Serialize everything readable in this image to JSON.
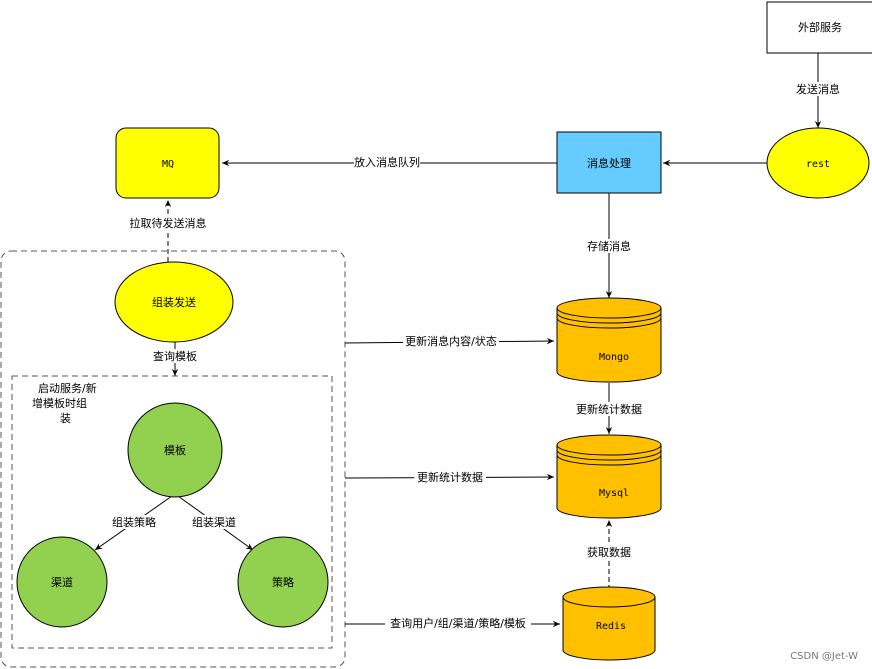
{
  "nodes": {
    "external_service": {
      "label": "外部服务",
      "color": "#ffffff"
    },
    "rest": {
      "label": "rest",
      "color": "#ffff00"
    },
    "msg_process": {
      "label": "消息处理",
      "color": "#66ccff"
    },
    "mq": {
      "label": "MQ",
      "color": "#ffff00"
    },
    "assemble_send": {
      "label": "组装发送",
      "color": "#ffff00"
    },
    "template": {
      "label": "模板",
      "color": "#92d050"
    },
    "channel": {
      "label": "渠道",
      "color": "#92d050"
    },
    "strategy": {
      "label": "策略",
      "color": "#92d050"
    },
    "mongo": {
      "label": "Mongo",
      "color": "#ffc000"
    },
    "mysql": {
      "label": "Mysql",
      "color": "#ffc000"
    },
    "redis": {
      "label": "Redis",
      "color": "#ffc000"
    }
  },
  "groups": {
    "inner_note": {
      "lines": [
        "启动服务/新",
        "增模板时组",
        "装"
      ]
    }
  },
  "edges": {
    "send_msg": "发送消息",
    "to_queue": "放入消息队列",
    "store_msg": "存储消息",
    "pull_msg": "拉取待发送消息",
    "query_template": "查询模板",
    "update_content": "更新消息内容/状态",
    "update_stats_1": "更新统计数据",
    "update_stats_2": "更新统计数据",
    "get_data": "获取数据",
    "query_all": "查询用户/组/渠道/策略/模板",
    "assemble_strategy": "组装策略",
    "assemble_channel": "组装渠道"
  },
  "watermark": "CSDN @Jet-W"
}
